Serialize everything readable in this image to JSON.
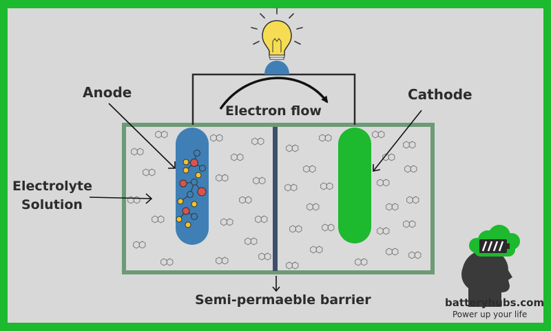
{
  "labels": {
    "anode": "Anode",
    "cathode": "Cathode",
    "electron_flow": "Electron flow",
    "electrolyte_line1": "Electrolyte",
    "electrolyte_line2": "Solution",
    "barrier": "Semi-permaeble barrier"
  },
  "brand": {
    "name": "batteryhubs.com",
    "tagline": "Power up your life"
  },
  "colors": {
    "frame": "#1db92e",
    "panel": "#d8d8d8",
    "tank_border": "#6d9a76",
    "anode": "#3f7fb5",
    "cathode": "#1db92e",
    "barrier": "#3d4f6b",
    "wire": "#2a2a2a",
    "bulb_glass": "#f6dc52",
    "bulb_base": "#3f7fb5",
    "particle_yellow": "#f2c230",
    "particle_red": "#d9534f",
    "text": "#2c2c2c"
  },
  "icons": {
    "bulb": "lightbulb-icon",
    "logo": "battery-head-logo-icon"
  }
}
